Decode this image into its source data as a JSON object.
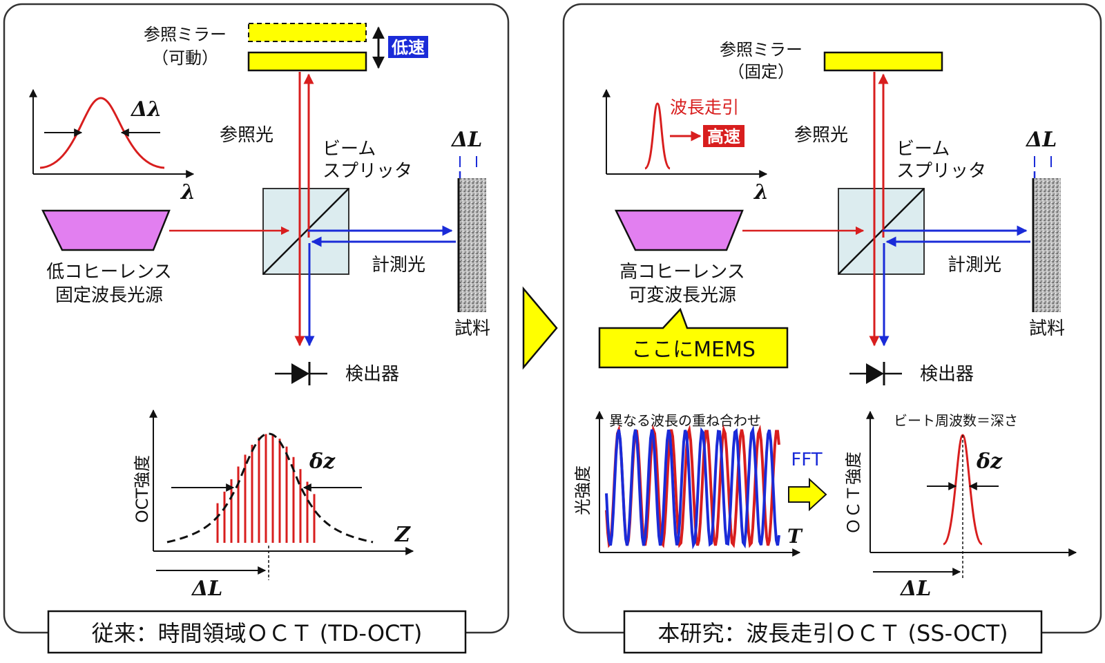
{
  "left_panel": {
    "caption": "従来：時間領域ＯＣＴ (TD-OCT)",
    "mirror_label_1": "参照ミラー",
    "mirror_label_2": "（可動）",
    "speed_badge": "低速",
    "ref_light": "参照光",
    "bs_label_1": "ビーム",
    "bs_label_2": "スプリッタ",
    "delta_L": "ΔL",
    "delta_lambda": "Δλ",
    "lambda": "λ",
    "source_label_1": "低コヒーレンス",
    "source_label_2": "固定波長光源",
    "measure_light": "計測光",
    "sample": "試料",
    "detector": "検出器",
    "graph_ylabel": "OCT強度",
    "graph_xlabel": "Z",
    "delta_z": "δz",
    "graph_delta_L": "ΔL"
  },
  "right_panel": {
    "caption": "本研究：波長走引ＯＣＴ (SS-OCT)",
    "mirror_label_1": "参照ミラー",
    "mirror_label_2": "（固定）",
    "sweep_label": "波長走引",
    "speed_badge": "高速",
    "ref_light": "参照光",
    "bs_label_1": "ビーム",
    "bs_label_2": "スプリッタ",
    "delta_L": "ΔL",
    "lambda": "λ",
    "source_label_1": "高コヒーレンス",
    "source_label_2": "可変波長光源",
    "mems_callout": "ここにMEMS",
    "measure_light": "計測光",
    "sample": "試料",
    "detector": "検出器",
    "wave_title": "異なる波長の重ね合わせ",
    "wave_ylabel": "光強度",
    "wave_xlabel": "T",
    "fft_label": "FFT",
    "beat_title": "ビート周波数＝深さ",
    "beat_ylabel": "ＯＣＴ強度",
    "delta_z": "δz",
    "graph_delta_L": "ΔL"
  },
  "colors": {
    "red": "#d81e1e",
    "blue": "#1a2bd8",
    "yellow": "#ffff00",
    "violet": "#e27ff0",
    "bs_fill": "#dcecef"
  }
}
